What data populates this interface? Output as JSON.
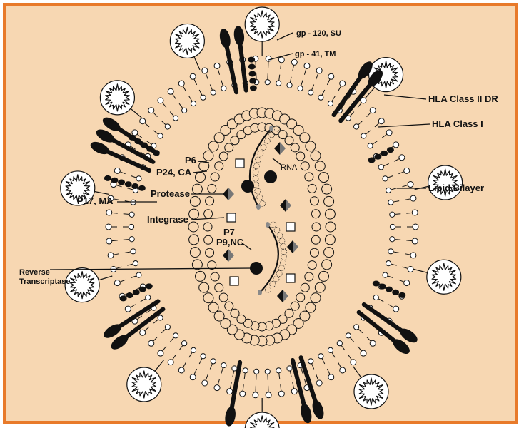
{
  "labels": {
    "gp120": "gp - 120, SU",
    "gp41": "gp - 41, TM",
    "hla2": "HLA Class II DR",
    "hla1": "HLA Class I",
    "lipid": "Lipid Bilayer",
    "p6": "P6",
    "p24": "P24, CA",
    "protease": "Protease",
    "p17": "P17, MA",
    "integrase": "Integrase",
    "p7": "P7",
    "p9": "P9,NC",
    "rt1": "Reverse",
    "rt2": "Transcriptase",
    "rna": "RNA"
  },
  "colors": {
    "border": "#e87a2a",
    "background": "#f7d7b2",
    "ink": "#111111",
    "rna_tip": "#8a8a8a"
  }
}
